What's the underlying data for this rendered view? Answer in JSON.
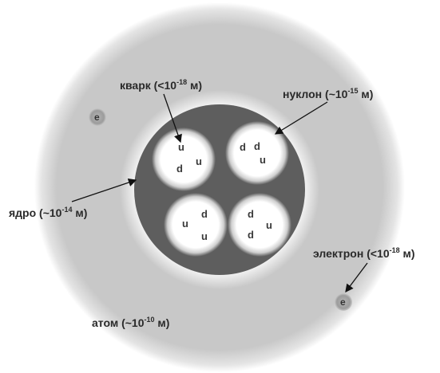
{
  "labels": {
    "quark": {
      "pre": "кварк (<10",
      "sup": "-18",
      "post": " м)"
    },
    "nucleon": {
      "pre": "нуклон (~10",
      "sup": "-15",
      "post": " м)"
    },
    "nucleus": {
      "pre": "ядро (~10",
      "sup": "-14",
      "post": " м)"
    },
    "electron": {
      "pre": "электрон (<10",
      "sup": "-18",
      "post": " м)"
    },
    "atom": {
      "pre": "атом (~10",
      "sup": "-10",
      "post": " м)"
    }
  },
  "electron_symbol": "e",
  "nucleons": [
    {
      "quarks": [
        "u",
        "d",
        "u"
      ]
    },
    {
      "quarks": [
        "d",
        "d",
        "u"
      ]
    },
    {
      "quarks": [
        "u",
        "d",
        "u"
      ]
    },
    {
      "quarks": [
        "d",
        "d",
        "u"
      ]
    }
  ],
  "colors": {
    "atom": "#c8c8c8",
    "nucleus": "#5e5e5e",
    "nucleon": "#ffffff",
    "electron": "#999999"
  }
}
